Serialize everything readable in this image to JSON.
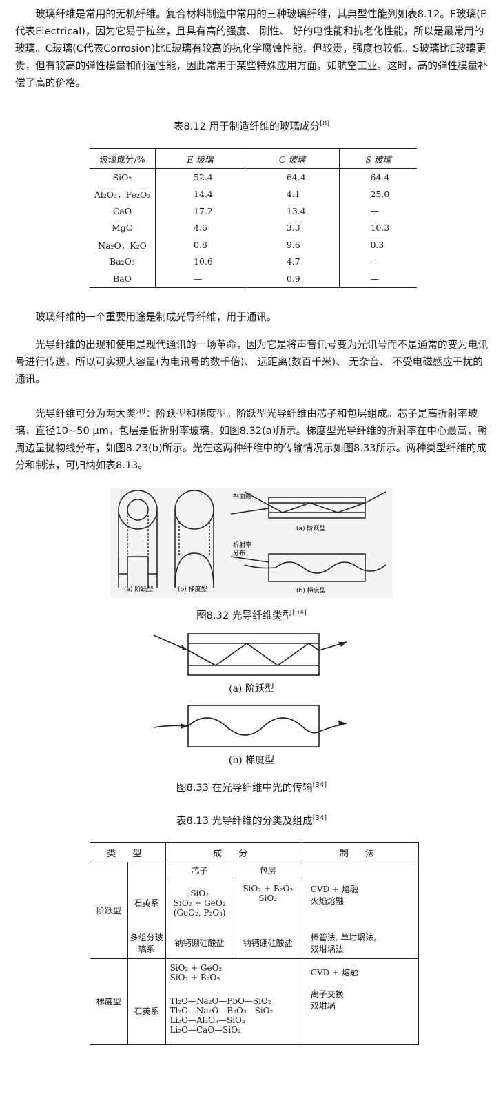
{
  "paragraphs": {
    "p1": "玻璃纤维是常用的无机纤维。复合材料制造中常用的三种玻璃纤维，其典型性能列如表8.12。E玻璃(E代表Electrical)，因为它易于拉丝，且具有高的强度、 刚性、 好的电性能和抗老化性能，所以是最常用的玻璃。C玻璃(C代表Corrosion)比E玻璃有较高的抗化学腐蚀性能，但较贵，强度也较低。S玻璃比E玻璃更贵，但有较高的弹性模量和耐温性能，因此常用于某些特殊应用方面，如航空工业。这时，高的弹性模量补偿了高的价格。",
    "p2": "玻璃纤维的一个重要用途是制成光导纤维，用于通讯。",
    "p3": "光导纤维的出现和使用是现代通讯的一场革命，因为它是将声音讯号变为光讯号而不是通常的变为电讯号进行传送，所以可实现大容量(为电讯号的数千倍)、 远距离(数百千米)、 无杂音、 不受电磁感应干扰的通讯。",
    "p4": "光导纤维可分为两大类型：阶跃型和梯度型。阶跃型光导纤维由芯子和包层组成。芯子是高折射率玻璃，直径10~50 μm，包层是低折射率玻璃，如图8.32(a)所示。梯度型光导纤维的折射率在中心最高，朝周边呈抛物线分布，如图8.23(b)所示。光在这两种纤维中的传输情况示如图8.33所示。两种类型纤维的成分和制法，可归纳如表8.13。"
  },
  "table1": {
    "caption": "表8.12 用于制造纤维的玻璃成分",
    "ref": "[8]",
    "headers": [
      "玻璃成分/%",
      "E 玻璃",
      "C 玻璃",
      "S 玻璃"
    ],
    "rows": [
      [
        "SiO₂",
        "52.4",
        "64.4",
        "64.4"
      ],
      [
        "Al₂O₃，Fe₂O₃",
        "14.4",
        "4.1",
        "25.0"
      ],
      [
        "CaO",
        "17.2",
        "13.4",
        "—"
      ],
      [
        "MgO",
        "4.6",
        "3.3",
        "10.3"
      ],
      [
        "Na₂O，K₂O",
        "0.8",
        "9.6",
        "0.3"
      ],
      [
        "Ba₂O₃",
        "10.6",
        "4.7",
        "—"
      ],
      [
        "BaO",
        "—",
        "0.9",
        "—"
      ]
    ]
  },
  "figure832": {
    "caption": "图8.32 光导纤维类型",
    "ref": "[34]",
    "label_section": "剖面图",
    "label_index": "折射率分布",
    "label_a": "(a) 阶跃型",
    "label_b": "(b) 梯度型",
    "label_right_a": "(a) 阶跃型",
    "label_right_b": "(b) 梯度型"
  },
  "figure833": {
    "caption": "图8.33 在光导纤维中光的传输",
    "ref": "[34]",
    "label_a": "(a) 阶跃型",
    "label_b": "(b) 梯度型"
  },
  "table2": {
    "caption": "表8.13 光导纤维的分类及组成",
    "ref": "[34]",
    "headers": [
      "类 型",
      "成 分",
      "制 法"
    ],
    "sub_core": "芯子",
    "sub_clad": "包层",
    "step_type": "阶跃型",
    "grad_type": "梯度型",
    "quartz": "石英系",
    "multi": "多组分玻璃系",
    "step_quartz_core": [
      "SiO₂",
      "SiO₂ + GeO₂",
      "(GeO₂, P₂O₃)"
    ],
    "step_quartz_clad": [
      "SiO₂ + B₂O₃",
      "SiO₂"
    ],
    "step_quartz_method": [
      "CVD + 熔融",
      "火焰熔融"
    ],
    "step_multi_core": "钠钙硼硅酸盐",
    "step_multi_clad": "钠钙硼硅酸盐",
    "step_multi_method": [
      "棒管法, 单坩埚法,",
      "双坩埚法"
    ],
    "grad_core_a": [
      "SiO₂ + GeO₂",
      "SiO₂ + B₂O₃"
    ],
    "grad_method_a": "CVD + 熔融",
    "grad_core_b": [
      "Tl₂O—Na₂O—PbO—SiO₂",
      "Tl₂O—Na₂O—B₂O₃—SiO₂",
      "Li₂O—Al₂O₃—SiO₂",
      "Li₂O—CaO—SiO₂"
    ],
    "grad_method_b": [
      "离子交换",
      "双坩埚"
    ]
  }
}
